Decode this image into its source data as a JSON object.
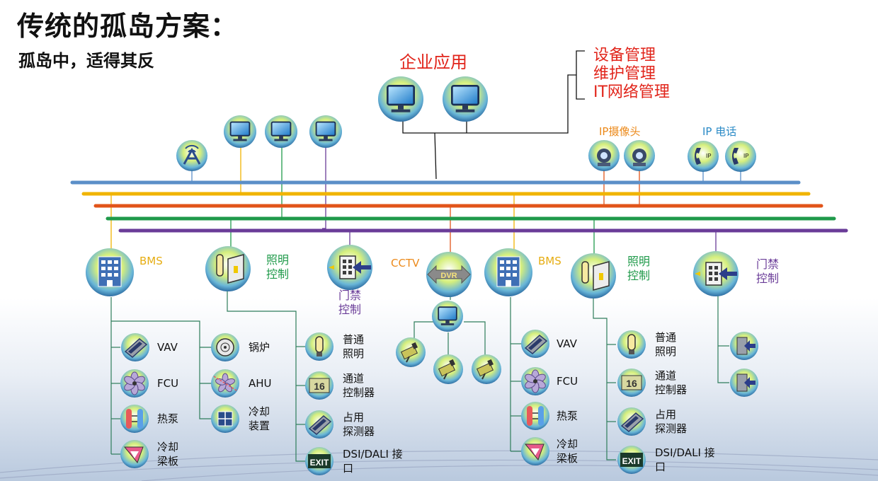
{
  "title": "传统的孤岛方案：",
  "subtitle": "孤岛中，适得其反",
  "enterprise_apps": {
    "label": "企业应用",
    "mgmt": [
      "设备管理",
      "维护管理",
      "IT网络管理"
    ]
  },
  "ip_camera_label": "IP摄像头",
  "ip_phone_label": "IP 电话",
  "bus_colors": [
    "#5b8fc8",
    "#f0b400",
    "#e2541a",
    "#1f9a4a",
    "#6a3c98"
  ],
  "systems": {
    "bms_left": "BMS",
    "lighting_left": [
      "照明",
      "控制"
    ],
    "access_left": [
      "门禁",
      "控制"
    ],
    "cctv": "CCTV",
    "dvr": "DVR",
    "bms_right": "BMS",
    "lighting_right": [
      "照明",
      "控制"
    ],
    "access_right": [
      "门禁",
      "控制"
    ]
  },
  "hvac_items": [
    {
      "label": [
        "VAV"
      ],
      "icon": "vav-unit-icon"
    },
    {
      "label": [
        "FCU"
      ],
      "icon": "fan-coil-icon"
    },
    {
      "label": [
        "热泵"
      ],
      "icon": "heat-pump-icon"
    },
    {
      "label": [
        "冷却",
        "梁板"
      ],
      "icon": "chilled-beam-icon"
    }
  ],
  "plant_items": [
    {
      "label": [
        "锅炉"
      ],
      "icon": "boiler-icon"
    },
    {
      "label": [
        "AHU"
      ],
      "icon": "ahu-icon"
    },
    {
      "label": [
        "冷却",
        "装置"
      ],
      "icon": "chiller-icon"
    }
  ],
  "lighting_items": [
    {
      "label": [
        "普通",
        "照明"
      ],
      "icon": "lamp-icon"
    },
    {
      "label": [
        "通道",
        "控制器"
      ],
      "icon": "channel-controller-icon"
    },
    {
      "label": [
        "占用",
        "探测器"
      ],
      "icon": "occupancy-sensor-icon"
    },
    {
      "label": [
        "DSI/DALI 接",
        "口"
      ],
      "icon": "exit-sign-icon"
    }
  ],
  "exit_text": "EXIT"
}
